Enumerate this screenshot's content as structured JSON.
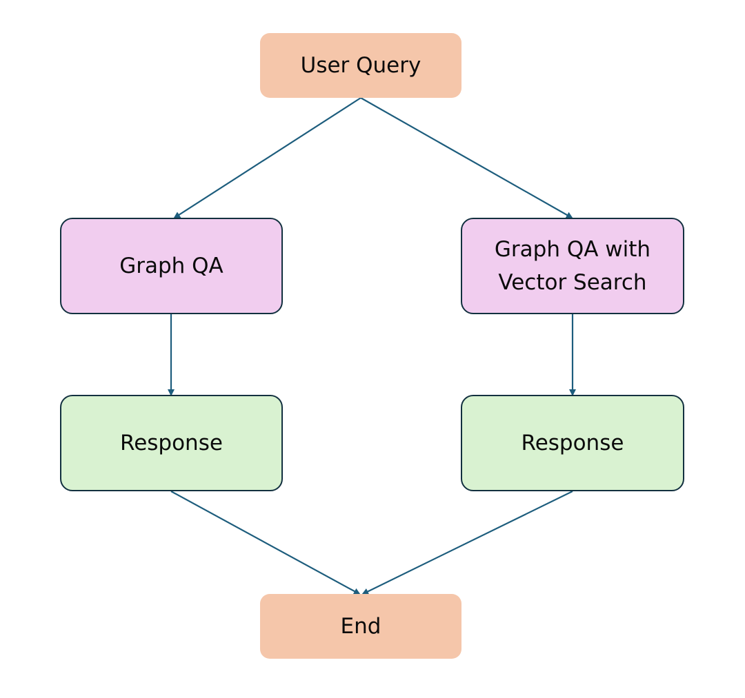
{
  "diagram": {
    "nodes": {
      "start": {
        "label": "User Query",
        "color": "#f5c6aa"
      },
      "graph_qa": {
        "label": "Graph QA",
        "color": "#f1cdef"
      },
      "graph_qa_vector": {
        "label": "Graph QA with\nVector Search",
        "color": "#f1cdef"
      },
      "response_left": {
        "label": "Response",
        "color": "#d9f2d1"
      },
      "response_right": {
        "label": "Response",
        "color": "#d9f2d1"
      },
      "end": {
        "label": "End",
        "color": "#f5c6aa"
      }
    },
    "edges": [
      {
        "from": "start",
        "to": "graph_qa"
      },
      {
        "from": "start",
        "to": "graph_qa_vector"
      },
      {
        "from": "graph_qa",
        "to": "response_left"
      },
      {
        "from": "graph_qa_vector",
        "to": "response_right"
      },
      {
        "from": "response_left",
        "to": "end"
      },
      {
        "from": "response_right",
        "to": "end"
      }
    ],
    "edge_color": "#1d5d7d",
    "border_color": "#12303f"
  }
}
